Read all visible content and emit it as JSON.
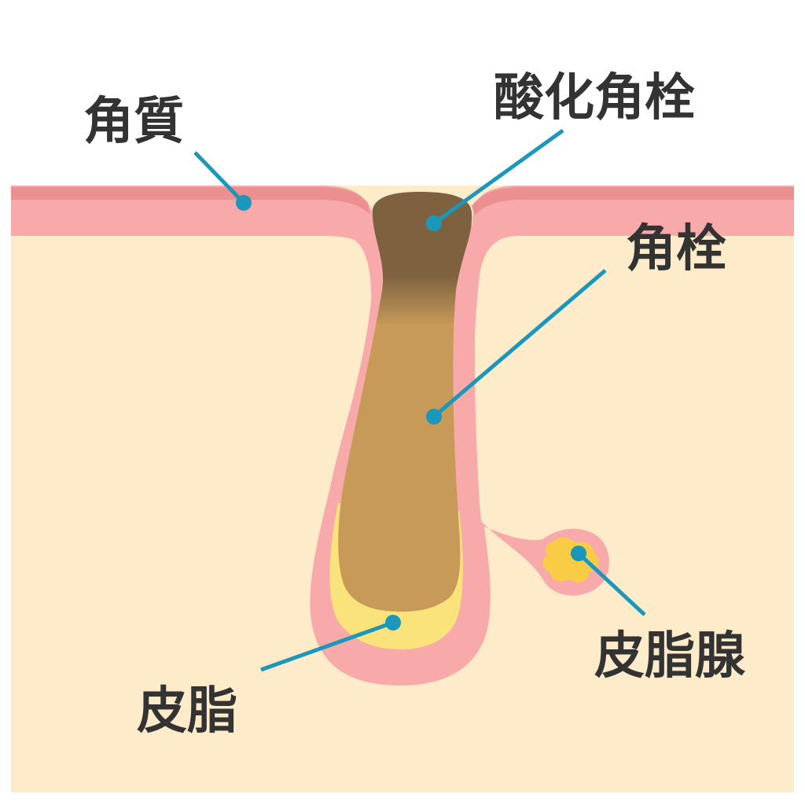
{
  "labels": {
    "kakushitsu": "角質",
    "sanka_kakusen": "酸化角栓",
    "kakusen": "角栓",
    "hishi": "皮脂",
    "hishisen": "皮脂腺"
  },
  "colors": {
    "background": "#ffffff",
    "dermis": "#fdebc9",
    "skin_pink": "#f7aaa9",
    "stratum_corneum": "#ec8f90",
    "plug": "#c89a58",
    "oxidized_plug": "#7e6240",
    "sebum": "#fbe37b",
    "sebum_gland_fill": "#f8cd45",
    "leader_line": "#1b97bc",
    "text": "#333333"
  }
}
